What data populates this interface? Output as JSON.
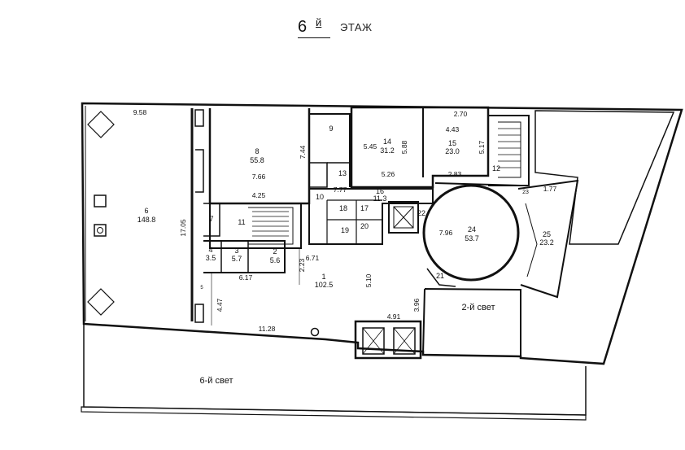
{
  "header": {
    "floor_number": "6",
    "suffix": "й",
    "word": "ЭТАЖ"
  },
  "rooms": [
    {
      "id": "r1",
      "num": "1",
      "area": "102.5"
    },
    {
      "id": "r2",
      "num": "2",
      "area": "5.6"
    },
    {
      "id": "r3",
      "num": "3",
      "area": "5.7"
    },
    {
      "id": "r4",
      "num": "4",
      "area": "3.5"
    },
    {
      "id": "r5",
      "num": "5",
      "area": ""
    },
    {
      "id": "r6",
      "num": "6",
      "area": "148.8"
    },
    {
      "id": "r7",
      "num": "7",
      "area": ""
    },
    {
      "id": "r8",
      "num": "8",
      "area": "55.8"
    },
    {
      "id": "r9",
      "num": "9",
      "area": ""
    },
    {
      "id": "r10",
      "num": "10",
      "area": ""
    },
    {
      "id": "r11",
      "num": "11",
      "area": ""
    },
    {
      "id": "r12",
      "num": "12",
      "area": ""
    },
    {
      "id": "r13",
      "num": "13",
      "area": ""
    },
    {
      "id": "r14",
      "num": "14",
      "area": "31.2"
    },
    {
      "id": "r15",
      "num": "15",
      "area": "23.0"
    },
    {
      "id": "r16",
      "num": "16",
      "area": "11.3"
    },
    {
      "id": "r17",
      "num": "17",
      "area": ""
    },
    {
      "id": "r18",
      "num": "18",
      "area": ""
    },
    {
      "id": "r19",
      "num": "19",
      "area": ""
    },
    {
      "id": "r20",
      "num": "20",
      "area": ""
    },
    {
      "id": "r21",
      "num": "21",
      "area": ""
    },
    {
      "id": "r22",
      "num": "22",
      "area": ""
    },
    {
      "id": "r23",
      "num": "23",
      "area": ""
    },
    {
      "id": "r24",
      "num": "24",
      "area": "53.7"
    },
    {
      "id": "r25",
      "num": "25",
      "area": "23.2"
    }
  ],
  "dimensions": [
    "9.58",
    "17.05",
    "4.47",
    "6.17",
    "11.28",
    "7.66",
    "7.44",
    "4.25",
    "7.77",
    "6.71",
    "2.23",
    "5.10",
    "3.96",
    "4.91",
    "5.45",
    "5.88",
    "5.26",
    "2.70",
    "4.43",
    "5.17",
    "2.83",
    "7.96",
    "1.77"
  ],
  "voids": {
    "second_light": "2-й свет",
    "sixth_light": "6-й свет"
  }
}
